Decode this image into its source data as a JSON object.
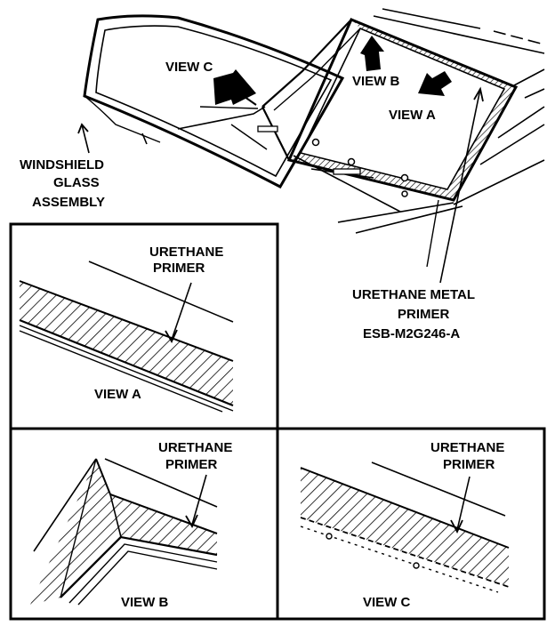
{
  "labels": {
    "windshield_line1": "WINDSHIELD",
    "windshield_line2": "GLASS",
    "windshield_line3": "ASSEMBLY",
    "view_c_top": "VIEW C",
    "view_b_top": "VIEW B",
    "view_a_top": "VIEW A",
    "metal_primer_line1": "URETHANE METAL",
    "metal_primer_line2": "PRIMER",
    "metal_primer_line3": "ESB-M2G246-A",
    "panel_a_primer_line1": "URETHANE",
    "panel_a_primer_line2": "PRIMER",
    "panel_a_caption": "VIEW A",
    "panel_b_primer_line1": "URETHANE",
    "panel_b_primer_line2": "PRIMER",
    "panel_b_caption": "VIEW B",
    "panel_c_primer_line1": "URETHANE",
    "panel_c_primer_line2": "PRIMER",
    "panel_c_caption": "VIEW C"
  },
  "colors": {
    "ink": "#000000",
    "paper": "#ffffff"
  }
}
